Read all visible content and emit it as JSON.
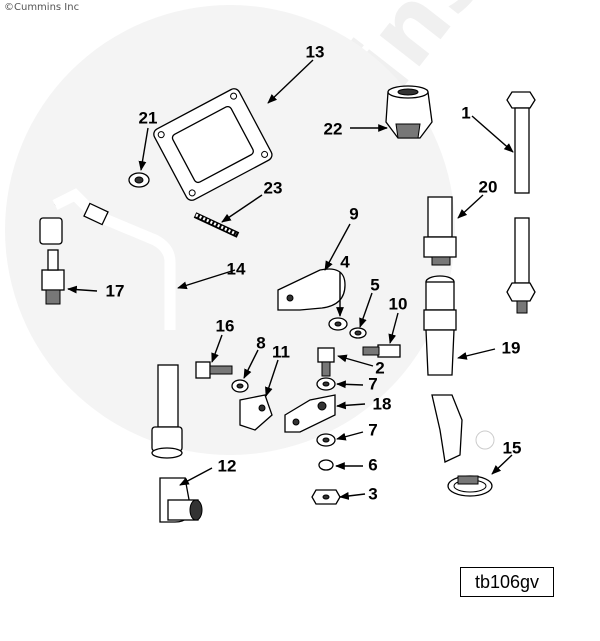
{
  "copyright": "©Cummins Inc",
  "watermark": "Cummins",
  "figure_id": "tb106gv",
  "callouts": [
    {
      "id": "c1",
      "label": "1"
    },
    {
      "id": "c2",
      "label": "2"
    },
    {
      "id": "c3",
      "label": "3"
    },
    {
      "id": "c4",
      "label": "4"
    },
    {
      "id": "c5",
      "label": "5"
    },
    {
      "id": "c6",
      "label": "6"
    },
    {
      "id": "c7a",
      "label": "7"
    },
    {
      "id": "c7b",
      "label": "7"
    },
    {
      "id": "c8",
      "label": "8"
    },
    {
      "id": "c9",
      "label": "9"
    },
    {
      "id": "c10",
      "label": "10"
    },
    {
      "id": "c11",
      "label": "11"
    },
    {
      "id": "c12",
      "label": "12"
    },
    {
      "id": "c13",
      "label": "13"
    },
    {
      "id": "c14",
      "label": "14"
    },
    {
      "id": "c15",
      "label": "15"
    },
    {
      "id": "c16",
      "label": "16"
    },
    {
      "id": "c17",
      "label": "17"
    },
    {
      "id": "c18",
      "label": "18"
    },
    {
      "id": "c19",
      "label": "19"
    },
    {
      "id": "c20",
      "label": "20"
    },
    {
      "id": "c21",
      "label": "21"
    },
    {
      "id": "c22",
      "label": "22"
    },
    {
      "id": "c23",
      "label": "23"
    }
  ]
}
